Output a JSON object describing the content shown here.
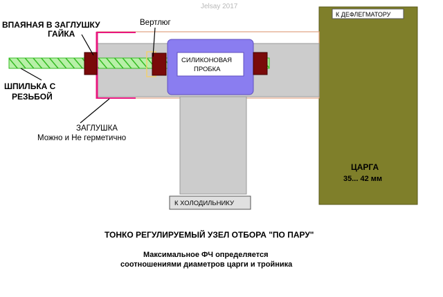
{
  "watermark": "Jelsay 2017",
  "labels": {
    "nut_line1": "ВПАЯНАЯ В ЗАГЛУШКУ",
    "nut_line2": "ГАЙКА",
    "swivel": "Вертлюг",
    "silicone_line1": "СИЛИКОНОВАЯ",
    "silicone_line2": "ПРОБКА",
    "stud_line1": "ШПИЛЬКА С",
    "stud_line2": "РЕЗЬБОЙ",
    "cap_line1": "ЗАГЛУШКА",
    "cap_line2": "Можно и  Не герметично",
    "to_dephlegmator": "К ДЕФЛЕГМАТОРУ",
    "column_line1": "ЦАРГА",
    "column_line2": "35... 42 мм",
    "to_condenser": "К  ХОЛОДИЛЬНИКУ"
  },
  "caption": {
    "title": "ТОНКО РЕГУЛИРУЕМЫЙ УЗЕЛ ОТБОРА \"ПО ПАРУ\"",
    "line1": "Максимальное ФЧ определяется",
    "line2": "соотношениями диаметров царги и тройника"
  },
  "colors": {
    "column": "#7f7f2a",
    "tee": "#cccccc",
    "tee_outline": "#e0a080",
    "silicone": "#8a7df0",
    "nut": "#7a0a0a",
    "cap": "#e8177e",
    "stud_fill": "#b8f0a8",
    "stud_hatch": "#33bb22",
    "swivel": "#f0d070"
  }
}
